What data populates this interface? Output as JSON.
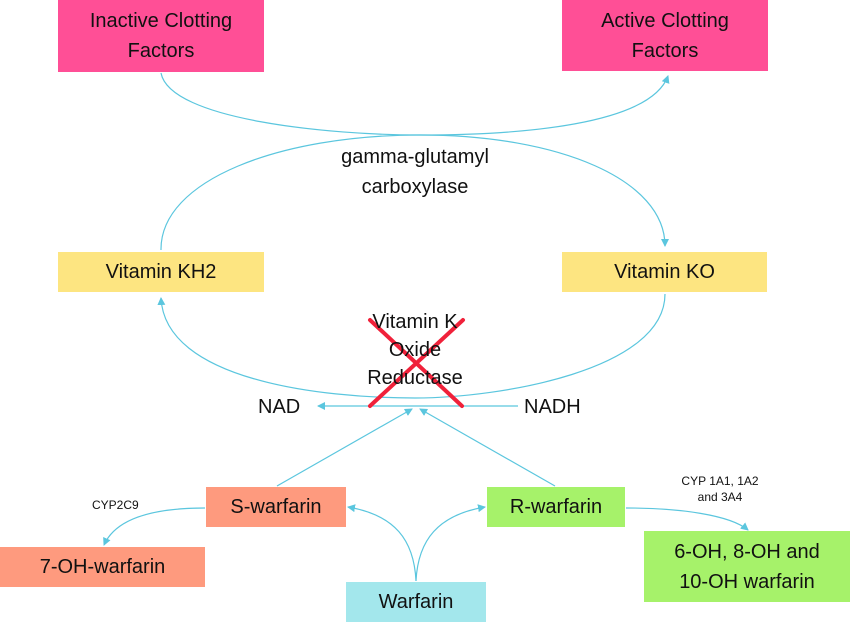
{
  "diagram": {
    "title": "Vitamin K cycle and warfarin metabolism",
    "colors": {
      "clotting": "#ff4f96",
      "vitamin": "#fde581",
      "s_warfarin": "#fe9a7e",
      "r_warfarin": "#a6f26a",
      "warfarin": "#a3e7ec",
      "arrow": "#5bc6de",
      "inhibition_cross": "#f0213a"
    },
    "nodes": {
      "inactive_clotting": "Inactive Clotting\nFactors",
      "active_clotting": "Active Clotting\nFactors",
      "vitamin_kh2": "Vitamin KH2",
      "vitamin_ko": "Vitamin KO",
      "s_warfarin": "S-warfarin",
      "r_warfarin": "R-warfarin",
      "warfarin": "Warfarin",
      "seven_oh": "7-OH-warfarin",
      "six_eight_ten_oh": "6-OH, 8-OH and\n10-OH warfarin"
    },
    "labels": {
      "gamma_carboxylase": "gamma-glutamyl\ncarboxylase",
      "vkor": "Vitamin K\nOxide\nReductase",
      "nad": "NAD",
      "nadh": "NADH",
      "cyp2c9": "CYP2C9",
      "cyp_r": "CYP 1A1, 1A2\nand 3A4"
    },
    "edges": [
      {
        "from": "Inactive Clotting Factors",
        "to": "Active Clotting Factors",
        "via": "gamma-glutamyl carboxylase"
      },
      {
        "from": "Vitamin KH2",
        "to": "Vitamin KO",
        "via": "gamma-glutamyl carboxylase"
      },
      {
        "from": "Vitamin KO",
        "to": "Vitamin KH2",
        "via": "Vitamin K Oxide Reductase",
        "inhibited": true
      },
      {
        "from": "NADH",
        "to": "NAD"
      },
      {
        "from": "S-warfarin",
        "to": "Vitamin K Oxide Reductase"
      },
      {
        "from": "R-warfarin",
        "to": "Vitamin K Oxide Reductase"
      },
      {
        "from": "Warfarin",
        "to": "S-warfarin"
      },
      {
        "from": "Warfarin",
        "to": "R-warfarin"
      },
      {
        "from": "S-warfarin",
        "to": "7-OH-warfarin",
        "via": "CYP2C9"
      },
      {
        "from": "R-warfarin",
        "to": "6-OH, 8-OH and 10-OH warfarin",
        "via": "CYP 1A1, 1A2 and 3A4"
      }
    ]
  }
}
